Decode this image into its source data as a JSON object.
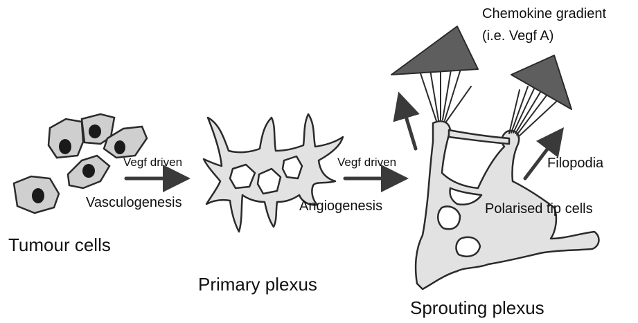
{
  "labels": {
    "tumour_cells": "Tumour cells",
    "vegf_driven_1": "Vegf driven",
    "vasculogenesis": "Vasculogenesis",
    "primary_plexus": "Primary plexus",
    "vegf_driven_2": "Vegf driven",
    "angiogenesis": "Angiogenesis",
    "chemokine_line1": "Chemokine gradient",
    "chemokine_line2": "(i.e. Vegf A)",
    "filopodia": "Filopodia",
    "polarised_tip_cells": "Polarised tip cells",
    "sprouting_plexus": "Sprouting plexus"
  },
  "colors": {
    "cell_fill": "#cfcfcf",
    "nucleus": "#1a1a1a",
    "vessel_fill": "#e2e2e2",
    "outline": "#2a2a2a",
    "arrow": "#3a3a3a",
    "gradient_fill": "#5e5e5e"
  }
}
